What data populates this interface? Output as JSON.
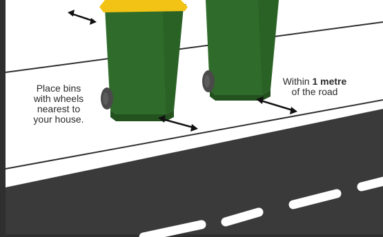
{
  "colors": {
    "road": "#3a3a3a",
    "frame": "#2f2f2f",
    "road_marking": "#ffffff",
    "bin_body": "#2f6b2a",
    "bin_body_dark": "#23521f",
    "bin_lid_yellow": "#f2c314",
    "wheel": "#4a4a4a"
  },
  "icons": [
    "double-arrow-icon",
    "wheelie-bin-icon"
  ],
  "instructions": {
    "bin_placement": [
      "Place bins",
      "with wheels",
      "nearest to",
      "your house."
    ],
    "distance_prefix": "Within",
    "distance_value": "1 metre",
    "distance_suffix": "of the road"
  }
}
